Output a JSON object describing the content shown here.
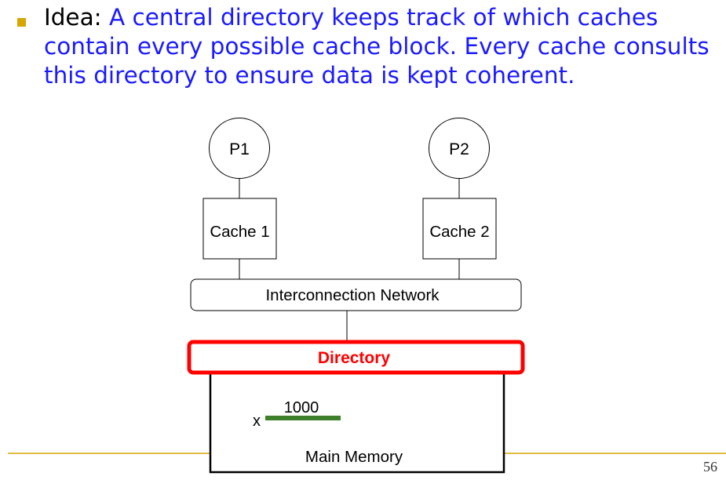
{
  "bullet": {
    "lead": "Idea: ",
    "text": "A central directory keeps track of which caches contain every possible cache block. Every cache consults this directory to ensure data is kept coherent."
  },
  "diagram": {
    "processors": [
      "P1",
      "P2"
    ],
    "caches": [
      "Cache 1",
      "Cache 2"
    ],
    "network_label": "Interconnection Network",
    "directory_label": "Directory",
    "memory_label": "Main Memory",
    "memory_entry_var": "x",
    "memory_entry_value": "1000"
  },
  "colors": {
    "bullet_marker": "#d7a600",
    "text_blue": "#1a1aff",
    "directory_highlight": "#ff0000",
    "memory_entry_bar": "#3d7f2a",
    "footer_line": "#d7a600"
  },
  "footer": {
    "slide_number": "56"
  }
}
